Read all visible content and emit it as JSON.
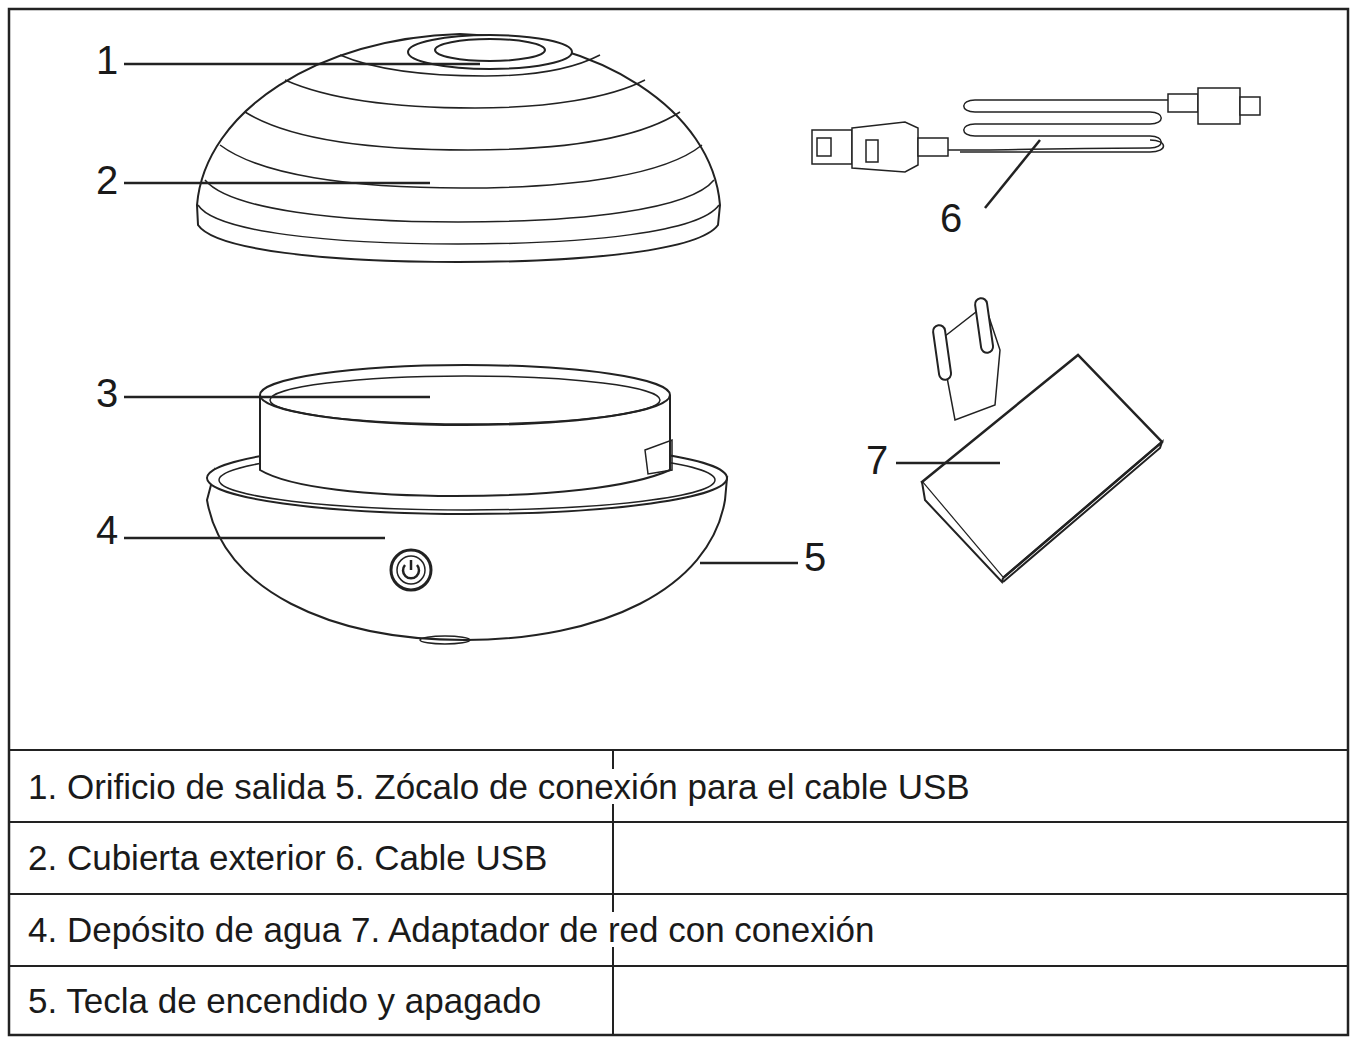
{
  "diagram": {
    "labels": [
      "1",
      "2",
      "3",
      "4",
      "5",
      "6",
      "7",
      "1.  Orificio de salida   5.  Zócalo de conexión para el cable USB",
      "2.  Cubierta exterior 6.  Cable USB",
      "4.  Depósito de agua 7.  Adaptador de red con conexión",
      "5.  Tecla de encendido y apagado"
    ]
  }
}
